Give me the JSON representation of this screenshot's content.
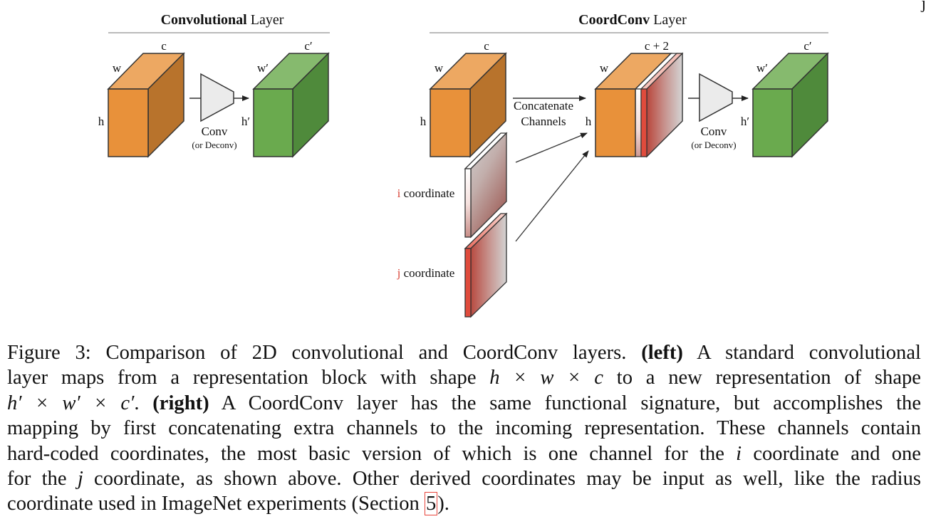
{
  "figure": {
    "left_panel": {
      "title_bold": "Convolutional",
      "title_rest": " Layer",
      "input_block": {
        "label_w": "w",
        "label_h": "h",
        "label_c": "c"
      },
      "op": {
        "label": "Conv",
        "sublabel": "(or Deconv)"
      },
      "output_block": {
        "label_w": "w′",
        "label_h": "h′",
        "label_c": "c′"
      }
    },
    "right_panel": {
      "title_bold": "CoordConv",
      "title_rest": " Layer",
      "input_block": {
        "label_w": "w",
        "label_h": "h",
        "label_c": "c"
      },
      "concat_label_1": "Concatenate",
      "concat_label_2": "Channels",
      "i_channel": {
        "letter": "i",
        "text": " coordinate"
      },
      "j_channel": {
        "letter": "j",
        "text": " coordinate"
      },
      "concat_block": {
        "label_w": "w",
        "label_h": "h",
        "label_c": "c + 2"
      },
      "op": {
        "label": "Conv",
        "sublabel": "(or Deconv)"
      },
      "output_block": {
        "label_w": "w′",
        "label_h": "h′",
        "label_c": "c′"
      }
    },
    "colors": {
      "orange_front": "#E8913A",
      "orange_top": "#EDA862",
      "orange_side": "#B8732C",
      "green_front": "#6AAA4E",
      "green_top": "#86BA6E",
      "green_side": "#4F8A3B",
      "coord_red": "#E04B3C",
      "coord_gray": "#CFCFCF",
      "trapezoid": "#EBEBEB",
      "rule": "#BBBBBB",
      "coord_letter": "#D9473A"
    },
    "corner_mark": "ȷ"
  },
  "caption": {
    "line1_a": "Figure 3: Comparison of 2D convolutional and CoordConv layers. ",
    "line1_b": "(left)",
    "line1_c": " A standard convolutional",
    "line2_a": "layer maps from a representation block with shape ",
    "line2_math": "h × w × c",
    "line2_c": " to a new representation of shape",
    "line3_math": "h′ × w′ × c′",
    "line3_a": ". ",
    "line3_b": "(right)",
    "line3_c": " A CoordConv layer has the same functional signature, but accomplishes the",
    "line4": "mapping by first concatenating extra channels to the incoming representation. These channels contain",
    "line5_a": "hard-coded coordinates, the most basic version of which is one channel for the ",
    "line5_math": "i",
    "line5_c": " coordinate and one",
    "line6_a": "for the ",
    "line6_math": "j",
    "line6_c": " coordinate, as shown above. Other derived coordinates may be input as well, like the radius",
    "line7_a": "coordinate used in ImageNet experiments (Section ",
    "line7_ref": "5",
    "line7_c": ")."
  }
}
